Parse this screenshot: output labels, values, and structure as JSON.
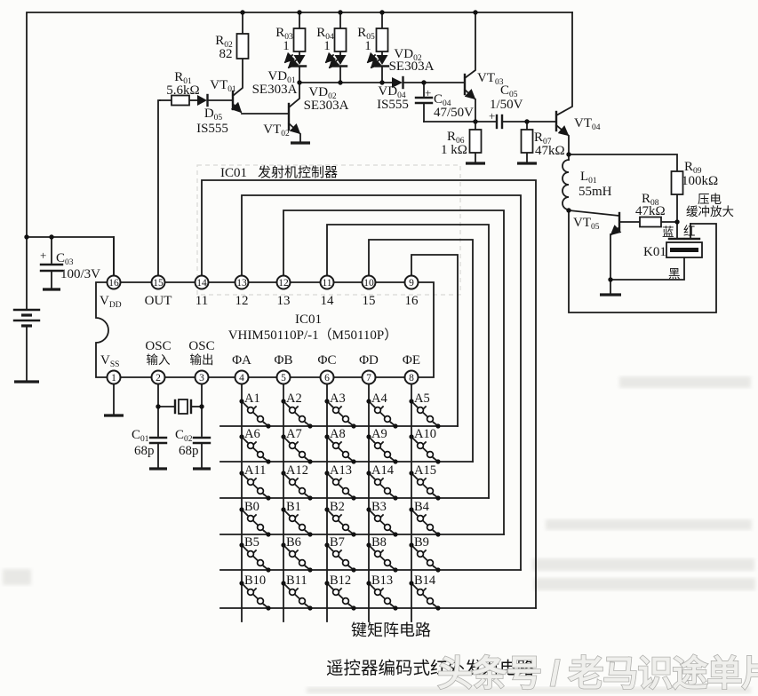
{
  "figure": {
    "caption_matrix": "键矩阵电路",
    "caption_main": "遥控器编码式红外发射电路",
    "watermark": "头条号 / 老马识途单片机",
    "section_heading_ref": "IC01",
    "section_heading_text": "发射机控制器",
    "piezo_note_line1": "压电",
    "piezo_note_line2": "缓冲放大",
    "plus": "+"
  },
  "ic": {
    "name": "IC01",
    "part": "VHIM50110P/-1（M50110P）",
    "top_pins": [
      {
        "num": "16",
        "label": "V",
        "sub": "DD"
      },
      {
        "num": "15",
        "label": "OUT",
        "sub": ""
      },
      {
        "num": "14",
        "label": "11",
        "sub": ""
      },
      {
        "num": "13",
        "label": "12",
        "sub": ""
      },
      {
        "num": "12",
        "label": "13",
        "sub": ""
      },
      {
        "num": "11",
        "label": "14",
        "sub": ""
      },
      {
        "num": "10",
        "label": "15",
        "sub": ""
      },
      {
        "num": "9",
        "label": "16",
        "sub": ""
      }
    ],
    "bottom_pins": [
      {
        "num": "1",
        "label": "V",
        "sub": "SS",
        "label2": ""
      },
      {
        "num": "2",
        "label": "OSC",
        "sub": "",
        "label2": "输入"
      },
      {
        "num": "3",
        "label": "OSC",
        "sub": "",
        "label2": "输出"
      },
      {
        "num": "4",
        "label": "ΦA",
        "sub": "",
        "label2": ""
      },
      {
        "num": "5",
        "label": "ΦB",
        "sub": "",
        "label2": ""
      },
      {
        "num": "6",
        "label": "ΦC",
        "sub": "",
        "label2": ""
      },
      {
        "num": "7",
        "label": "ΦD",
        "sub": "",
        "label2": ""
      },
      {
        "num": "8",
        "label": "ΦE",
        "sub": "",
        "label2": ""
      }
    ]
  },
  "components": {
    "r01": {
      "ref": "R",
      "sub": "01",
      "value": "5.6kΩ"
    },
    "r02": {
      "ref": "R",
      "sub": "02",
      "value": "82"
    },
    "r03": {
      "ref": "R",
      "sub": "03",
      "value": "1"
    },
    "r04": {
      "ref": "R",
      "sub": "04",
      "value": "1"
    },
    "r05": {
      "ref": "R",
      "sub": "05",
      "value": "1"
    },
    "r06": {
      "ref": "R",
      "sub": "06",
      "value": "1 kΩ"
    },
    "r07": {
      "ref": "R",
      "sub": "07",
      "value": "47kΩ"
    },
    "r08": {
      "ref": "R",
      "sub": "08",
      "value": "47kΩ"
    },
    "r09": {
      "ref": "R",
      "sub": "09",
      "value": "100kΩ"
    },
    "c01": {
      "ref": "C",
      "sub": "01",
      "value": "68p"
    },
    "c02": {
      "ref": "C",
      "sub": "02",
      "value": "68p"
    },
    "c03": {
      "ref": "C",
      "sub": "03",
      "value": "100/3V"
    },
    "c04": {
      "ref": "C",
      "sub": "04",
      "value": "47/50V"
    },
    "c05": {
      "ref": "C",
      "sub": "05",
      "value": "1/50V"
    },
    "d05": {
      "ref": "D",
      "sub": "05",
      "value": "IS555"
    },
    "vd01": {
      "ref": "VD",
      "sub": "01",
      "value": "SE303A"
    },
    "vd02": {
      "ref": "VD",
      "sub": "02",
      "value": "SE303A"
    },
    "vd03": {
      "ref": "VD",
      "sub": "02",
      "value": "SE303A"
    },
    "vd04": {
      "ref": "VD",
      "sub": "04",
      "value": "IS555"
    },
    "vt01": {
      "ref": "VT",
      "sub": "01"
    },
    "vt02": {
      "ref": "VT",
      "sub": "02"
    },
    "vt03": {
      "ref": "VT",
      "sub": "03"
    },
    "vt04": {
      "ref": "VT",
      "sub": "04"
    },
    "vt05": {
      "ref": "VT",
      "sub": "05"
    },
    "l01": {
      "ref": "L",
      "sub": "01",
      "value": "55mH"
    },
    "k01": {
      "label": "K01",
      "lead_blue": "蓝",
      "lead_red": "红",
      "lead_black": "黑"
    }
  },
  "matrix": {
    "rows": [
      [
        "A1",
        "A2",
        "A3",
        "A4",
        "A5"
      ],
      [
        "A6",
        "A7",
        "A8",
        "A9",
        "A10"
      ],
      [
        "A11",
        "A12",
        "A13",
        "A14",
        "A15"
      ],
      [
        "B0",
        "B1",
        "B2",
        "B3",
        "B4"
      ],
      [
        "B5",
        "B6",
        "B7",
        "B8",
        "B9"
      ],
      [
        "B10",
        "B11",
        "B12",
        "B13",
        "B14"
      ]
    ]
  }
}
